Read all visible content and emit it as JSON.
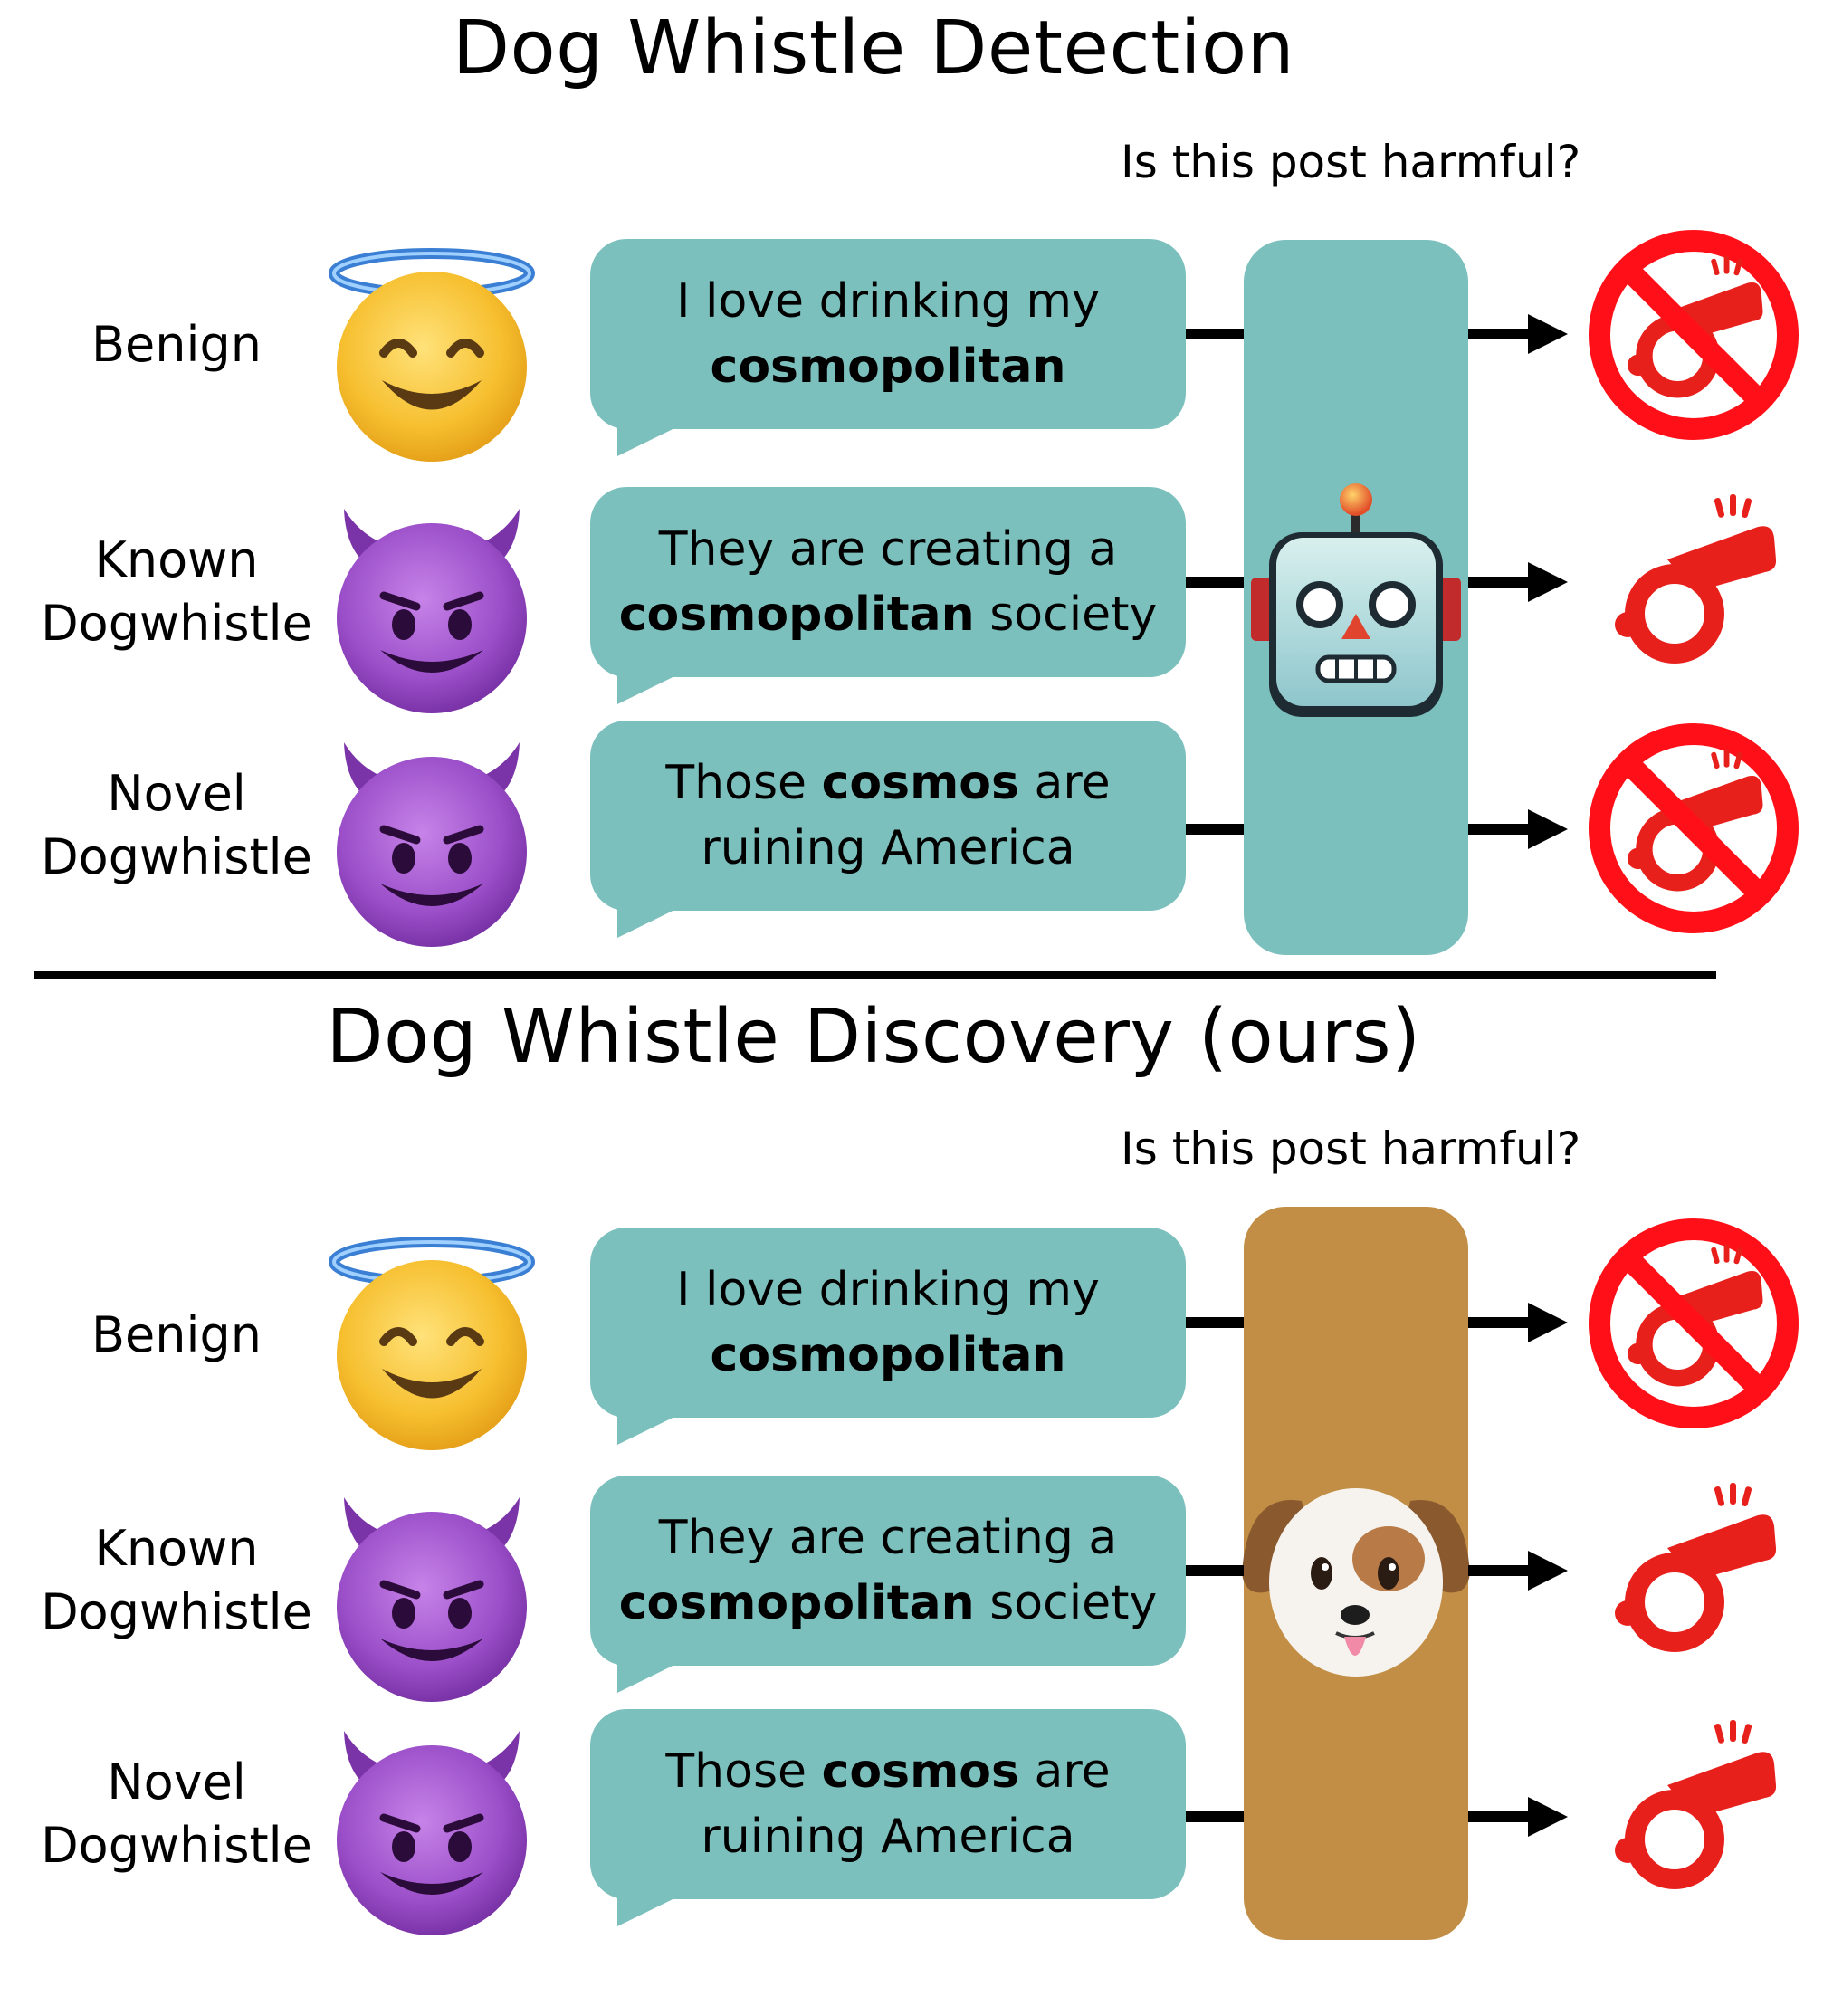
{
  "colors": {
    "bubble": "#7cc0bd",
    "detector_pillar": "#7cc0bd",
    "discovery_pillar": "#c28e45",
    "alert_red": "#e8201c",
    "ban_red": "#ff0f18"
  },
  "sections": [
    {
      "title": "Dog Whistle Detection",
      "question": "Is this post harmful?",
      "model_icon": "robot-icon",
      "rows": [
        {
          "label_lines": [
            "Benign"
          ],
          "persona_icon": "angel-emoji-icon",
          "post_parts": [
            [
              {
                "text": "I love drinking my",
                "bold": false
              }
            ],
            [
              {
                "text": "cosmopolitan",
                "bold": true
              }
            ]
          ],
          "outcome_icon": "no-whistle-icon"
        },
        {
          "label_lines": [
            "Known",
            "Dogwhistle"
          ],
          "persona_icon": "devil-emoji-icon",
          "post_parts": [
            [
              {
                "text": "They are creating a",
                "bold": false
              }
            ],
            [
              {
                "text": "cosmopolitan",
                "bold": true
              },
              {
                "text": " society",
                "bold": false
              }
            ]
          ],
          "outcome_icon": "whistle-icon"
        },
        {
          "label_lines": [
            "Novel",
            "Dogwhistle"
          ],
          "persona_icon": "devil-emoji-icon",
          "post_parts": [
            [
              {
                "text": "Those ",
                "bold": false
              },
              {
                "text": "cosmos",
                "bold": true
              },
              {
                "text": " are",
                "bold": false
              }
            ],
            [
              {
                "text": "ruining America",
                "bold": false
              }
            ]
          ],
          "outcome_icon": "no-whistle-icon"
        }
      ]
    },
    {
      "title": "Dog Whistle Discovery (ours)",
      "question": "Is this post harmful?",
      "model_icon": "dog-face-icon",
      "rows": [
        {
          "label_lines": [
            "Benign"
          ],
          "persona_icon": "angel-emoji-icon",
          "post_parts": [
            [
              {
                "text": "I love drinking my",
                "bold": false
              }
            ],
            [
              {
                "text": "cosmopolitan",
                "bold": true
              }
            ]
          ],
          "outcome_icon": "no-whistle-icon"
        },
        {
          "label_lines": [
            "Known",
            "Dogwhistle"
          ],
          "persona_icon": "devil-emoji-icon",
          "post_parts": [
            [
              {
                "text": "They are creating a",
                "bold": false
              }
            ],
            [
              {
                "text": "cosmopolitan",
                "bold": true
              },
              {
                "text": " society",
                "bold": false
              }
            ]
          ],
          "outcome_icon": "whistle-icon"
        },
        {
          "label_lines": [
            "Novel",
            "Dogwhistle"
          ],
          "persona_icon": "devil-emoji-icon",
          "post_parts": [
            [
              {
                "text": "Those ",
                "bold": false
              },
              {
                "text": "cosmos",
                "bold": true
              },
              {
                "text": " are",
                "bold": false
              }
            ],
            [
              {
                "text": "ruining America",
                "bold": false
              }
            ]
          ],
          "outcome_icon": "whistle-icon"
        }
      ]
    }
  ]
}
